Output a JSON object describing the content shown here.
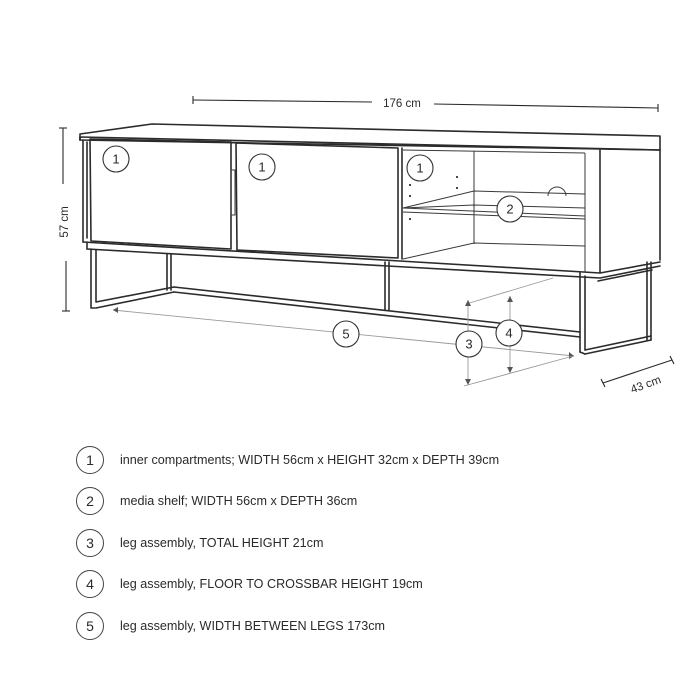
{
  "dimensions": {
    "width": "176 cm",
    "height": "57 cm",
    "depth": "43 cm"
  },
  "callouts": {
    "door_left": "1",
    "door_middle": "1",
    "open_compartment": "1",
    "media_shelf": "2",
    "leg_total_height": "3",
    "leg_crossbar_height": "4",
    "leg_width": "5"
  },
  "legend": {
    "items": [
      {
        "number": "1",
        "text": "inner compartments; WIDTH 56cm x HEIGHT 32cm x DEPTH 39cm"
      },
      {
        "number": "2",
        "text": "media shelf; WIDTH 56cm x DEPTH 36cm"
      },
      {
        "number": "3",
        "text": "leg assembly, TOTAL HEIGHT 21cm"
      },
      {
        "number": "4",
        "text": "leg assembly, FLOOR TO CROSSBAR HEIGHT 19cm"
      },
      {
        "number": "5",
        "text": "leg assembly, WIDTH BETWEEN LEGS 173cm"
      }
    ]
  }
}
